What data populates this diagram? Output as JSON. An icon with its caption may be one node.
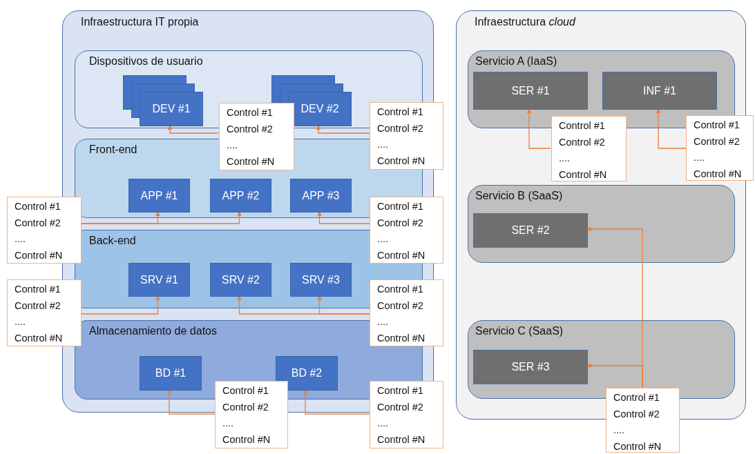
{
  "diagram": {
    "nodes": [
      {
        "text": [
          "Infraestructura IT propia"
        ]
      },
      {
        "text": [
          "Dispositivos de usuario"
        ],
        "in": 0
      },
      {
        "text": [
          "DEV #1"
        ],
        "in": 1
      },
      {
        "text": [
          "DEV #2"
        ],
        "in": 1
      },
      {
        "text": [
          "Front-end"
        ],
        "in": 0
      },
      {
        "text": [
          "APP #1"
        ],
        "in": 4
      },
      {
        "text": [
          "APP #2"
        ],
        "in": 4
      },
      {
        "text": [
          "APP #3"
        ],
        "in": 4
      },
      {
        "text": [
          "Back-end"
        ],
        "in": 0
      },
      {
        "text": [
          "SRV #1"
        ],
        "in": 8
      },
      {
        "text": [
          "SRV #2"
        ],
        "in": 8
      },
      {
        "text": [
          "SRV #3"
        ],
        "in": 8
      },
      {
        "text": [
          "Almacenamiento de datos"
        ],
        "in": 0
      },
      {
        "text": [
          "BD #1"
        ],
        "in": 12
      },
      {
        "text": [
          "BD #2"
        ],
        "in": 12
      },
      {
        "text": [
          "Infraestructura *cloud*"
        ]
      },
      {
        "text": [
          "Servicio A (IaaS)"
        ],
        "in": 15
      },
      {
        "text": [
          "SER #1"
        ],
        "in": 16
      },
      {
        "text": [
          "INF #1"
        ],
        "in": 16
      },
      {
        "text": [
          "Servicio B (SaaS)"
        ],
        "in": 15
      },
      {
        "text": [
          "SER #2"
        ],
        "in": 19
      },
      {
        "text": [
          "Servicio C (SaaS)"
        ],
        "in": 15
      },
      {
        "text": [
          "SER #3"
        ],
        "in": 21
      },
      {
        "text": [
          "Control #1",
          "Control #2",
          "....",
          "Control #N"
        ],
        "in": 0
      },
      {
        "text": [
          "Control #1",
          "Control #2",
          "....",
          "Control #N"
        ]
      },
      {
        "text": [
          "Control #1",
          "Control #2",
          "....",
          "Control #N"
        ]
      },
      {
        "text": [
          "Control #1",
          "Control #2",
          "....",
          "Control #N"
        ]
      },
      {
        "text": [
          "Control #1",
          "Control #2",
          "....",
          "Control #N"
        ]
      },
      {
        "text": [
          "Control #1",
          "Control #2",
          "....",
          "Control #N"
        ]
      },
      {
        "text": [
          "Control #1",
          "Control #2",
          "....",
          "Control #N"
        ]
      },
      {
        "text": [
          "Control #1",
          "Control #2",
          "....",
          "Control #N"
        ]
      },
      {
        "text": [
          "Control #1",
          "Control #2",
          "....",
          "Control #N"
        ],
        "in": 15
      },
      {
        "text": [
          "Control #1",
          "Control #2",
          "....",
          "Control #N"
        ]
      },
      {
        "text": [
          "Control #1",
          "Control #2",
          "....",
          "Control #N"
        ]
      }
    ],
    "edges": [
      {
        "from": 23,
        "to": 2,
        "arrow": "to"
      },
      {
        "from": 24,
        "to": 3,
        "arrow": "to"
      },
      {
        "from": 25,
        "to": 5,
        "arrow": "to"
      },
      {
        "from": 25,
        "to": 6,
        "arrow": "to"
      },
      {
        "from": 26,
        "to": 7,
        "arrow": "to"
      },
      {
        "from": 27,
        "to": 9,
        "arrow": "to"
      },
      {
        "from": 28,
        "to": 10,
        "arrow": "to"
      },
      {
        "from": 28,
        "to": 11,
        "arrow": "to"
      },
      {
        "from": 29,
        "to": 13,
        "arrow": "to"
      },
      {
        "from": 30,
        "to": 14,
        "arrow": "to"
      },
      {
        "from": 31,
        "to": 17,
        "arrow": "to"
      },
      {
        "from": 32,
        "to": 18,
        "arrow": "to"
      },
      {
        "from": 33,
        "to": 20,
        "arrow": "to"
      },
      {
        "from": 33,
        "to": 22,
        "arrow": "to"
      }
    ]
  }
}
